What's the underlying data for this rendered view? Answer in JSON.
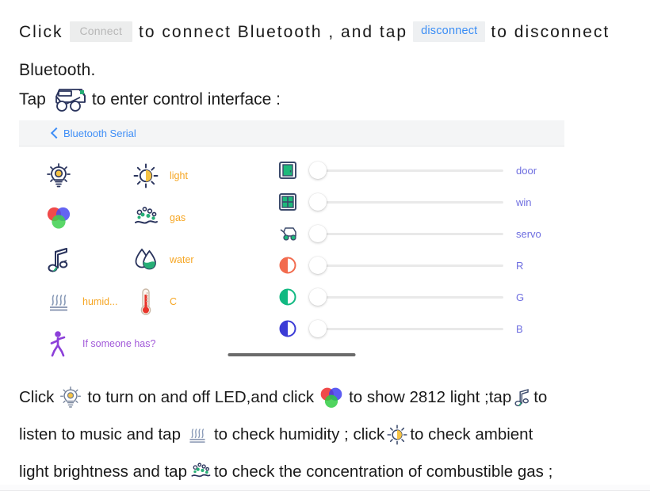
{
  "intro": {
    "line1_prefix": "Click",
    "connect_button": "Connect",
    "line1_mid": "to connect Bluetooth ,  and tap",
    "disconnect_button": "disconnect",
    "line1_suffix": "to disconnect",
    "line2": "Bluetooth.",
    "tap_prefix": "Tap",
    "tap_suffix": "to enter control interface :"
  },
  "panel": {
    "back_label": "Bluetooth Serial",
    "sensors": [
      {
        "icon": "lightbulb-icon",
        "label": ""
      },
      {
        "icon": "sun-brightness-icon",
        "label": "light"
      },
      {
        "icon": "rgb-venn-icon",
        "label": ""
      },
      {
        "icon": "gas-bubbles-icon",
        "label": "gas"
      },
      {
        "icon": "music-note-icon",
        "label": ""
      },
      {
        "icon": "water-drop-icon",
        "label": "water"
      },
      {
        "icon": "humidity-waves-icon",
        "label": "humid..."
      },
      {
        "icon": "thermometer-icon",
        "label": "C"
      },
      {
        "icon": "person-running-icon",
        "label": "If someone has?"
      }
    ],
    "sliders": [
      {
        "icon": "door-icon",
        "label": "door",
        "value": 0
      },
      {
        "icon": "window-icon",
        "label": "win",
        "value": 0
      },
      {
        "icon": "car-icon",
        "label": "servo",
        "value": 0
      },
      {
        "icon": "red-contrast-icon",
        "label": "R",
        "value": 0
      },
      {
        "icon": "green-contrast-icon",
        "label": "G",
        "value": 0
      },
      {
        "icon": "blue-contrast-icon",
        "label": "B",
        "value": 0
      }
    ]
  },
  "outro": {
    "l1_a": "Click",
    "l1_b": "to turn on and off LED,and click",
    "l1_c": "to show 2812 light ;tap",
    "l1_d": "to",
    "l2_a": "listen to music and tap",
    "l2_b": "to check humidity ;  click",
    "l2_c": "to check ambient",
    "l3_a": "light brightness and tap",
    "l3_b": "to check the concentration of combustible gas ;"
  },
  "colors": {
    "accent_blue": "#3f8ef7",
    "label_orange": "#f6a623",
    "label_purple": "#6e6ee0",
    "sensor_purple": "#a259d9",
    "icon_navy": "#29335c",
    "icon_green": "#27ae76"
  }
}
